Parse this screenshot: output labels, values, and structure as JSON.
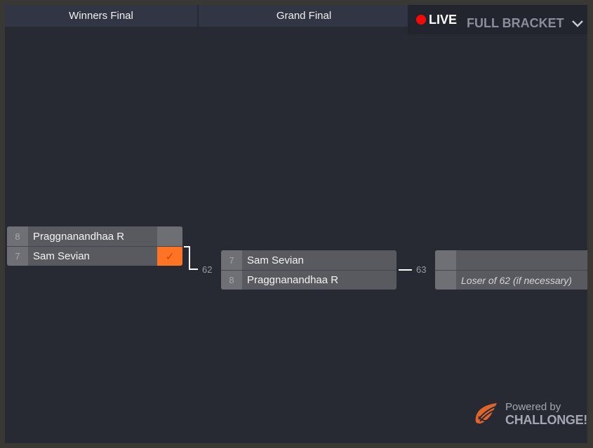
{
  "rounds": [
    {
      "label": "Winners Final"
    },
    {
      "label": "Grand Final"
    }
  ],
  "header": {
    "live_label": "LIVE",
    "full_bracket_label": "FULL BRACKET",
    "live_color": "#f50a0a"
  },
  "matches": [
    {
      "number": "62",
      "players": [
        {
          "seed": "8",
          "name": "Praggnanandhaa R",
          "score": "",
          "winner": false
        },
        {
          "seed": "7",
          "name": "Sam Sevian",
          "score": "✓",
          "winner": true
        }
      ]
    },
    {
      "number": "63",
      "players": [
        {
          "seed": "7",
          "name": "Sam Sevian",
          "score": "",
          "winner": false
        },
        {
          "seed": "8",
          "name": "Praggnanandhaa R",
          "score": "",
          "winner": false
        }
      ]
    },
    {
      "number": "",
      "players": [
        {
          "seed": "",
          "name": "",
          "score": "",
          "winner": false
        },
        {
          "seed": "",
          "name": "Loser of 62 (if necessary)",
          "score": "",
          "winner": false
        }
      ]
    }
  ],
  "footer": {
    "powered_by": "Powered by",
    "brand": "CHALLONGE!",
    "brand_color": "#e0652a"
  }
}
